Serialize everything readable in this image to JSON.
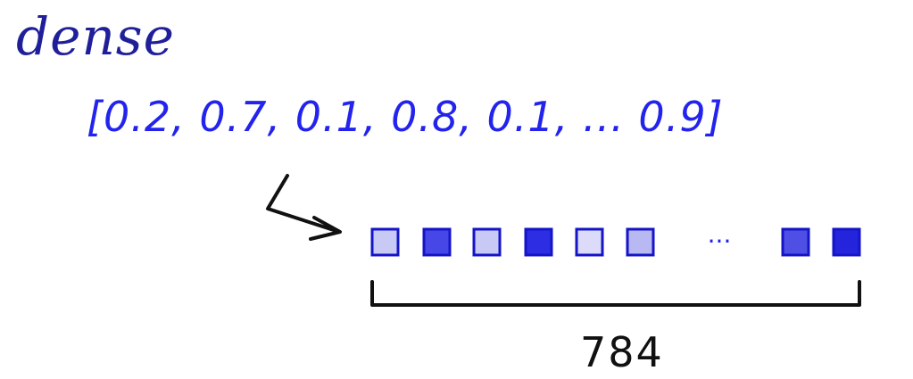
{
  "title": "dense",
  "vector_text": "[0.2, 0.7, 0.1, 0.8, 0.1, ... 0.9]",
  "cells": [
    {
      "value": 0.2,
      "fill": "#c9c9f6"
    },
    {
      "value": 0.7,
      "fill": "#4747e8"
    },
    {
      "value": 0.1,
      "fill": "#c9c9f6"
    },
    {
      "value": 0.8,
      "fill": "#2d2de3"
    },
    {
      "value": 0.1,
      "fill": "#dcdcfa"
    },
    {
      "value": 0.3,
      "fill": "#b8b8f2"
    },
    {
      "value": 0.7,
      "fill": "#4f4fe6"
    },
    {
      "value": 0.9,
      "fill": "#2424dd"
    }
  ],
  "ellipsis": "...",
  "count_label": "784",
  "colors": {
    "title": "#1f1f9a",
    "vector": "#2323ee",
    "cell_stroke": "#1414c8",
    "bracket": "#111111"
  }
}
